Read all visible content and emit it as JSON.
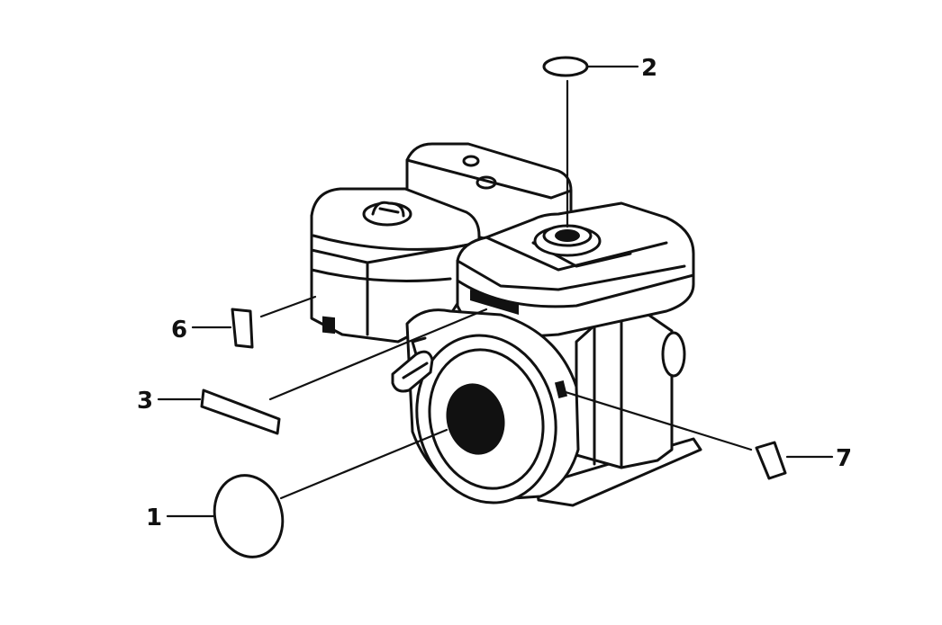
{
  "figure": {
    "callouts": [
      {
        "id": "1",
        "label": "1"
      },
      {
        "id": "2",
        "label": "2"
      },
      {
        "id": "3",
        "label": "3"
      },
      {
        "id": "6",
        "label": "6"
      },
      {
        "id": "7",
        "label": "7"
      }
    ]
  },
  "colors": {
    "ink": "#111111",
    "paper": "#ffffff"
  }
}
